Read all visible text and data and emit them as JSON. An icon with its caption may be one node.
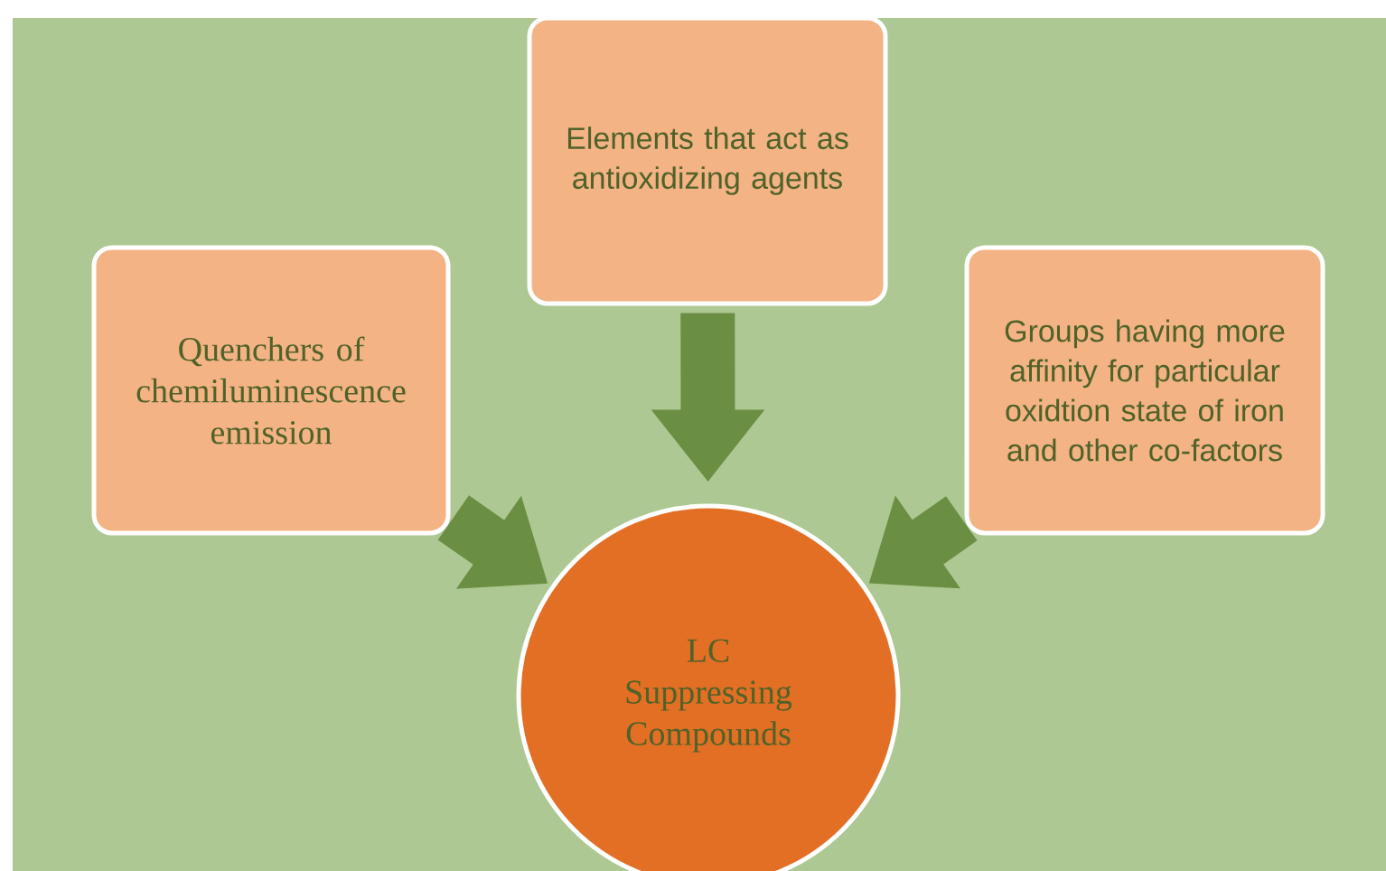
{
  "diagram": {
    "nodes": [
      {
        "text": [
          "Elements that act as antioxidizing agents"
        ]
      },
      {
        "text": [
          "Quenchers of chemiluminescence emission"
        ]
      },
      {
        "text": [
          "Groups having more affinity for particular oxidtion state of iron and other co-factors"
        ]
      },
      {
        "text": [
          "LC Suppressing Compounds"
        ]
      }
    ],
    "edges": [
      {
        "from": 0,
        "to": 3,
        "arrow": "to"
      },
      {
        "from": 1,
        "to": 3,
        "arrow": "to"
      },
      {
        "from": 2,
        "to": 3,
        "arrow": "to"
      }
    ]
  }
}
